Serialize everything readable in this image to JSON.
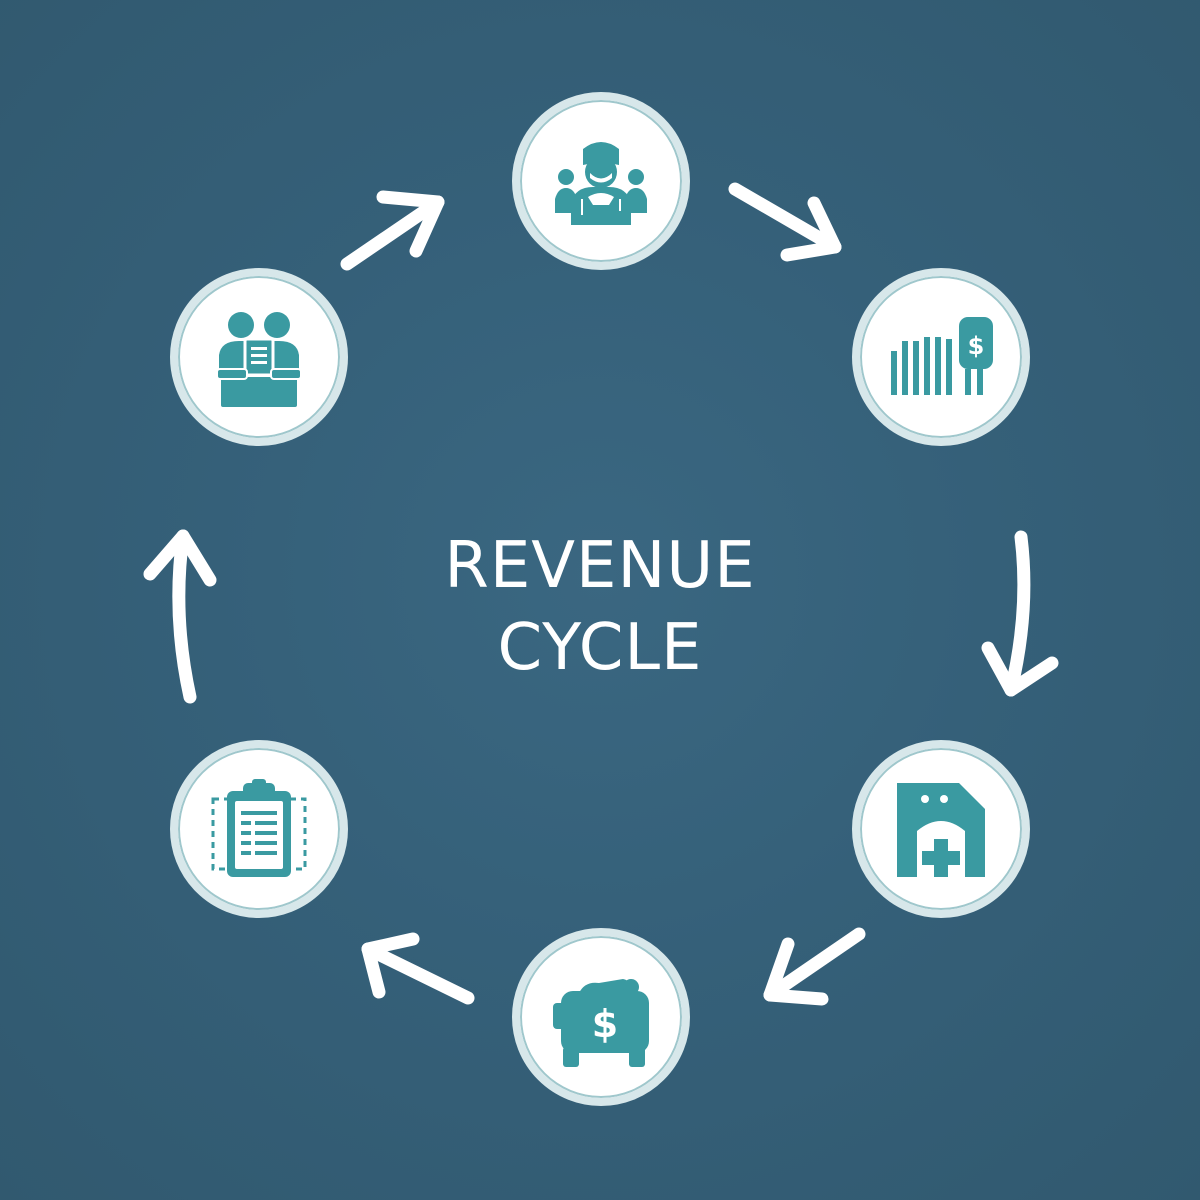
{
  "title": {
    "line1": "REVENUE",
    "line2": "CYCLE"
  },
  "colors": {
    "background": "#356079",
    "node_fill": "#ffffff",
    "node_ring": "#d7e7ea",
    "icon": "#3a9aa1",
    "arrow": "#ffffff",
    "text": "#ffffff"
  },
  "nodes": [
    {
      "id": "top",
      "icon": "staff-icon"
    },
    {
      "id": "upper-right",
      "icon": "bar-chart-dollar-icon"
    },
    {
      "id": "lower-right",
      "icon": "hospital-document-icon"
    },
    {
      "id": "bottom",
      "icon": "money-wallet-dollar-icon"
    },
    {
      "id": "lower-left",
      "icon": "clipboard-icon"
    },
    {
      "id": "upper-left",
      "icon": "patients-desk-icon"
    }
  ]
}
